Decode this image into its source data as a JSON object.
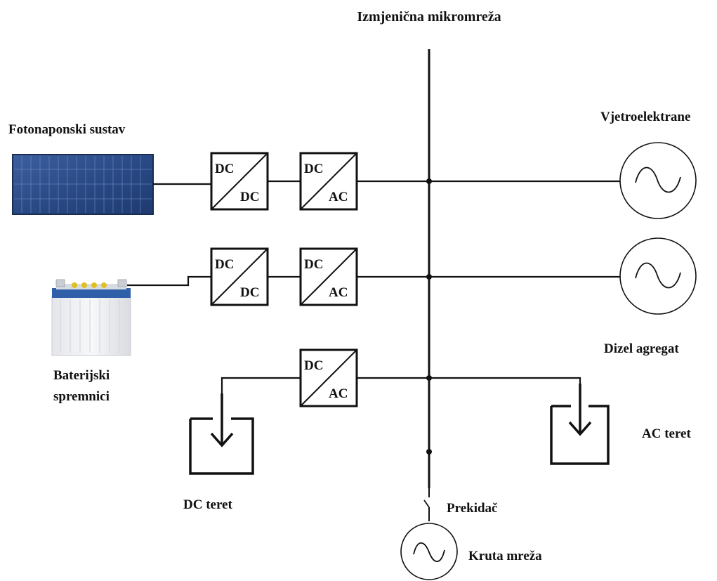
{
  "labels": {
    "bus": "Izmjenična mikromreža",
    "pv": "Fotonaponski sustav",
    "wind": "Vjetroelektrane",
    "diesel": "Dizel agregat",
    "battery_line1": "Baterijski",
    "battery_line2": "spremnici",
    "ac_load": "AC teret",
    "dc_load": "DC teret",
    "breaker": "Prekidač",
    "grid": "Kruta mreža"
  },
  "converters": {
    "pv_dcdc": {
      "top": "DC",
      "bottom": "DC"
    },
    "pv_dcac": {
      "top": "DC",
      "bottom": "AC"
    },
    "bat_dcdc": {
      "top": "DC",
      "bottom": "DC"
    },
    "bat_dcac": {
      "top": "DC",
      "bottom": "AC"
    },
    "load_dcac": {
      "top": "DC",
      "bottom": "AC"
    }
  },
  "colors": {
    "line": "#111111",
    "pv_panel": "#2f4f8c",
    "battery_cap": "#2e5fa8",
    "battery_terminal": "#e0c020"
  }
}
